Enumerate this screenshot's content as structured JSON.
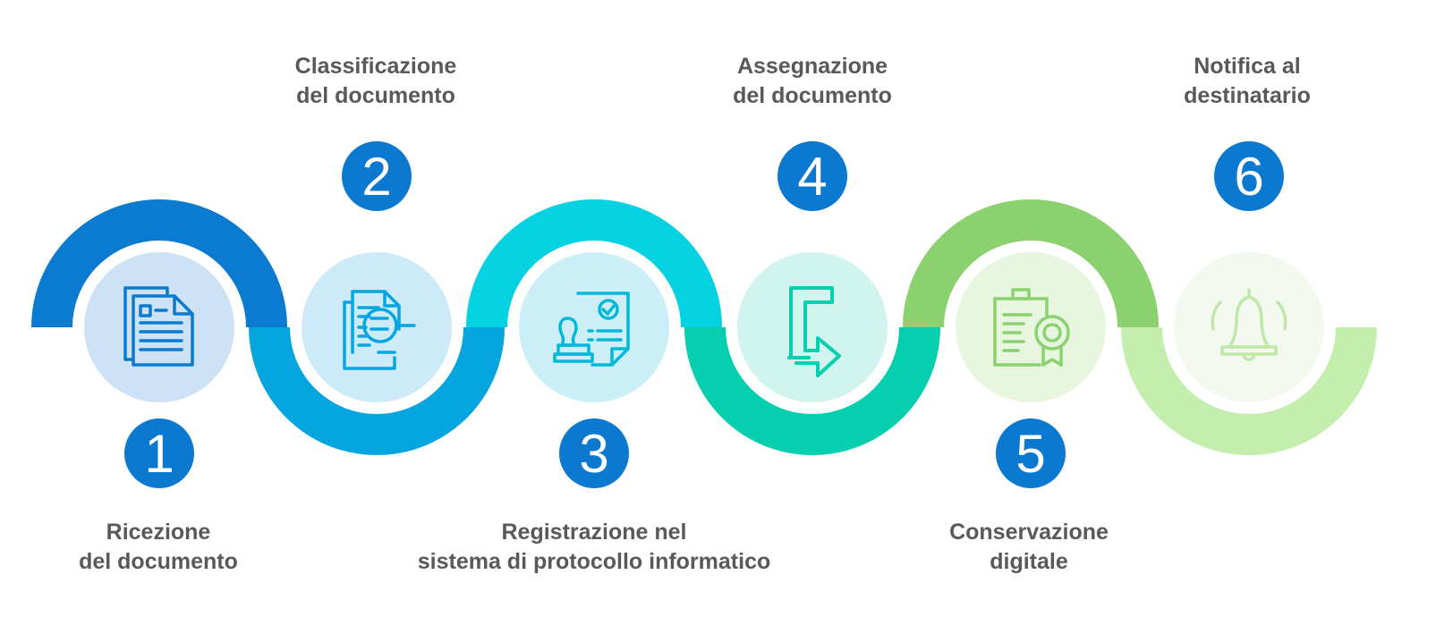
{
  "steps": [
    {
      "number": "1",
      "label_lines": [
        "Ricezione",
        "del documento"
      ],
      "icon": "document-list-icon"
    },
    {
      "number": "2",
      "label_lines": [
        "Classificazione",
        "del documento"
      ],
      "icon": "document-search-icon"
    },
    {
      "number": "3",
      "label_lines": [
        "Registrazione nel",
        "sistema di protocollo informatico"
      ],
      "icon": "stamp-document-icon"
    },
    {
      "number": "4",
      "label_lines": [
        "Assegnazione",
        "del documento"
      ],
      "icon": "assign-arrow-icon"
    },
    {
      "number": "5",
      "label_lines": [
        "Conservazione",
        "digitale"
      ],
      "icon": "certificate-document-icon"
    },
    {
      "number": "6",
      "label_lines": [
        "Notifica al",
        "destinatario"
      ],
      "icon": "bell-icon"
    }
  ],
  "colors": {
    "badge": "#0a79cf",
    "label_text": "#595959",
    "arc": [
      "#0a7bd0",
      "#05a6df",
      "#04d2e1",
      "#05cfae",
      "#8cd170",
      "#c3eeae"
    ],
    "circle_fill": [
      "#cde3f5",
      "#cceaf7",
      "#cbeef7",
      "#d1f4ee",
      "#e8f5df",
      "#f3f9ee"
    ],
    "icon_stroke": [
      "#0a7bd0",
      "#05a6df",
      "#04b9d8",
      "#05cfae",
      "#8cd170",
      "#bfe8a8"
    ]
  }
}
